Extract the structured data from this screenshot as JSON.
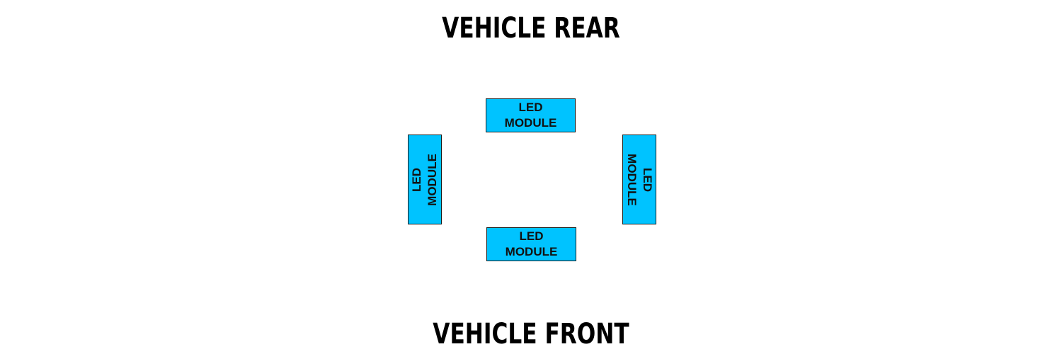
{
  "headings": {
    "rear": "VEHICLE REAR",
    "front": "VEHICLE FRONT"
  },
  "modules": [
    {
      "position": "top",
      "line1": "LED",
      "line2": "MODULE"
    },
    {
      "position": "left",
      "line1": "LED",
      "line2": "MODULE"
    },
    {
      "position": "right",
      "line1": "LED",
      "line2": "MODULE"
    },
    {
      "position": "bottom",
      "line1": "LED",
      "line2": "MODULE"
    }
  ],
  "colors": {
    "module_fill": "#00c3ff",
    "module_border": "#1a1a1a",
    "text": "#000000",
    "background": "#ffffff"
  }
}
